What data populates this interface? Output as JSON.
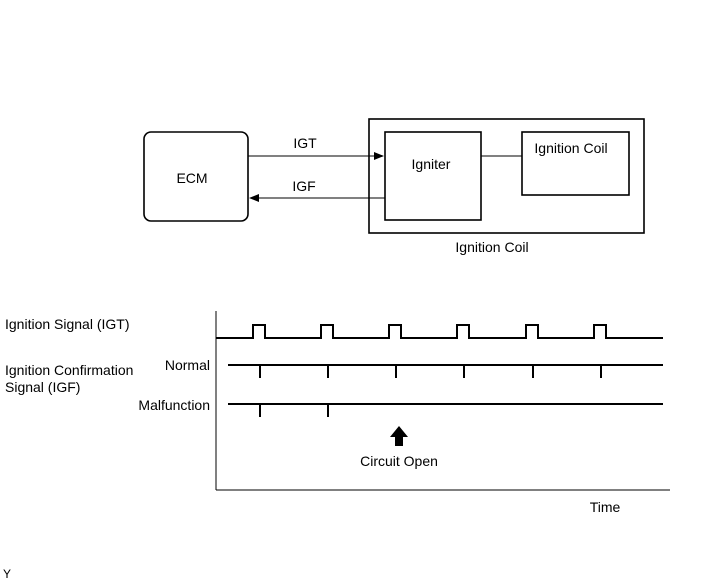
{
  "block_diagram": {
    "ecm_label": "ECM",
    "igt_label": "IGT",
    "igf_label": "IGF",
    "igniter_label": "Igniter",
    "inner_coil_label": "Ignition Coil",
    "outer_coil_caption": "Ignition Coil"
  },
  "timing_chart": {
    "igt_row_label": "Ignition Signal (IGT)",
    "igf_row_label_line1": "Ignition Confirmation",
    "igf_row_label_line2": "Signal (IGF)",
    "normal_label": "Normal",
    "malfunction_label": "Malfunction",
    "circuit_open_label": "Circuit Open",
    "time_label": "Time",
    "igt_pulse_count": 6,
    "igf_normal_pulse_count": 6,
    "igf_malfunction_pulse_count": 2
  },
  "corner_mark": "Y"
}
